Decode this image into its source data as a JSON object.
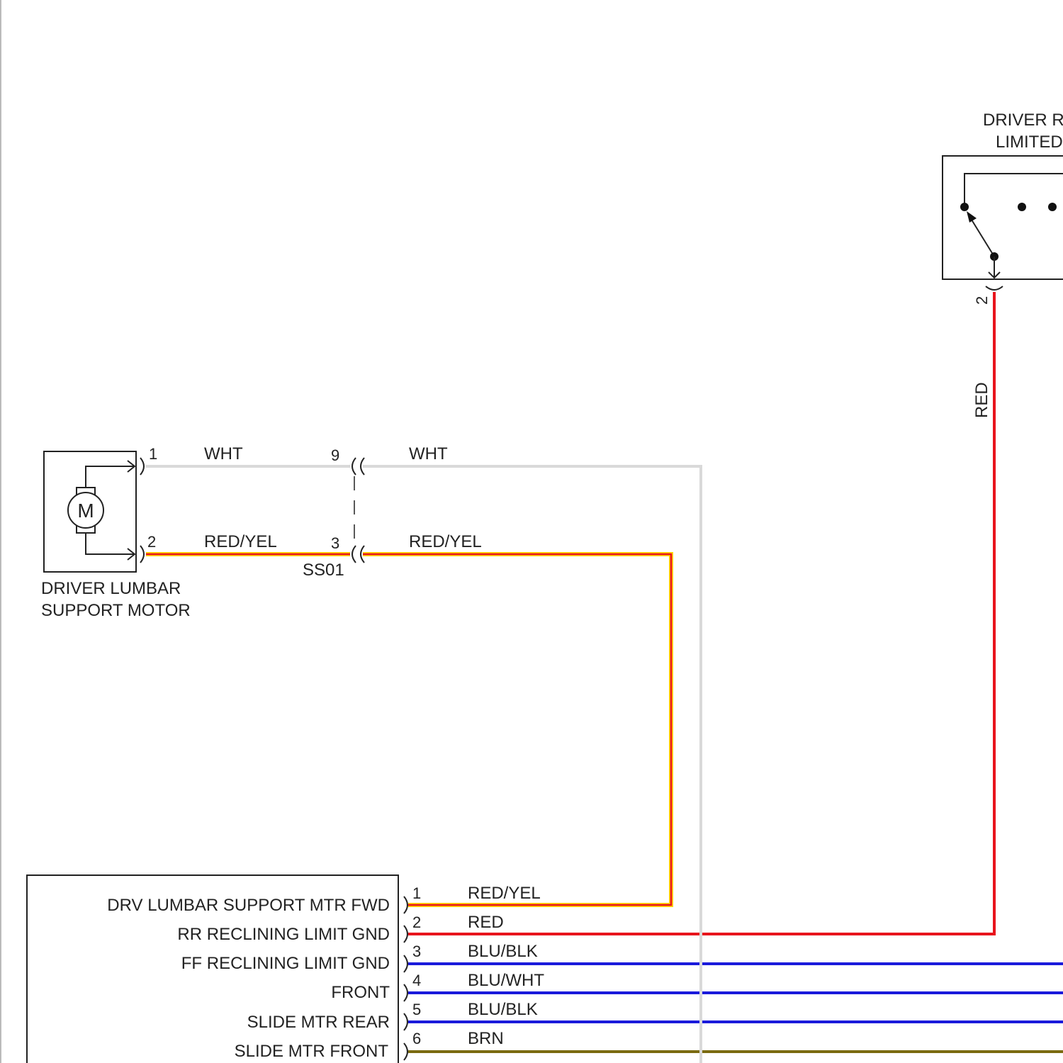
{
  "components": {
    "lumbar_motor": {
      "name_line1": "DRIVER LUMBAR",
      "name_line2": "SUPPORT MOTOR",
      "motor_symbol": "M",
      "pin1": "1",
      "pin2": "2"
    },
    "connector_ss01": {
      "name": "SS01",
      "pin_top": "9",
      "pin_bottom": "3"
    },
    "reclining_limit_switch": {
      "name_line1": "DRIVER R",
      "name_line2": "LIMITED",
      "pin": "2"
    },
    "seat_module": {
      "pins": [
        {
          "pin": "1",
          "function": "DRV LUMBAR SUPPORT MTR FWD",
          "wire": "RED/YEL"
        },
        {
          "pin": "2",
          "function": "RR RECLINING LIMIT GND",
          "wire": "RED"
        },
        {
          "pin": "3",
          "function": "FF RECLINING LIMIT GND",
          "wire": "BLU/BLK"
        },
        {
          "pin": "4",
          "function": "FRONT",
          "wire": "BLU/WHT"
        },
        {
          "pin": "5",
          "function": "SLIDE MTR REAR",
          "wire": "BLU/BLK"
        },
        {
          "pin": "6",
          "function": "SLIDE MTR FRONT",
          "wire": "BRN"
        }
      ]
    }
  },
  "wires": {
    "motor_pin1_left": "WHT",
    "motor_pin1_right": "WHT",
    "motor_pin2_left": "RED/YEL",
    "motor_pin2_right": "RED/YEL",
    "switch_vertical": "RED"
  },
  "colors": {
    "WHT": "#d9d9d9",
    "RED": "#e8141c",
    "RED/YEL": "#e8141c",
    "YEL_trace": "#ffd500",
    "BLU": "#1a1adb",
    "BRN": "#7a6a10",
    "outline": "#222222"
  }
}
